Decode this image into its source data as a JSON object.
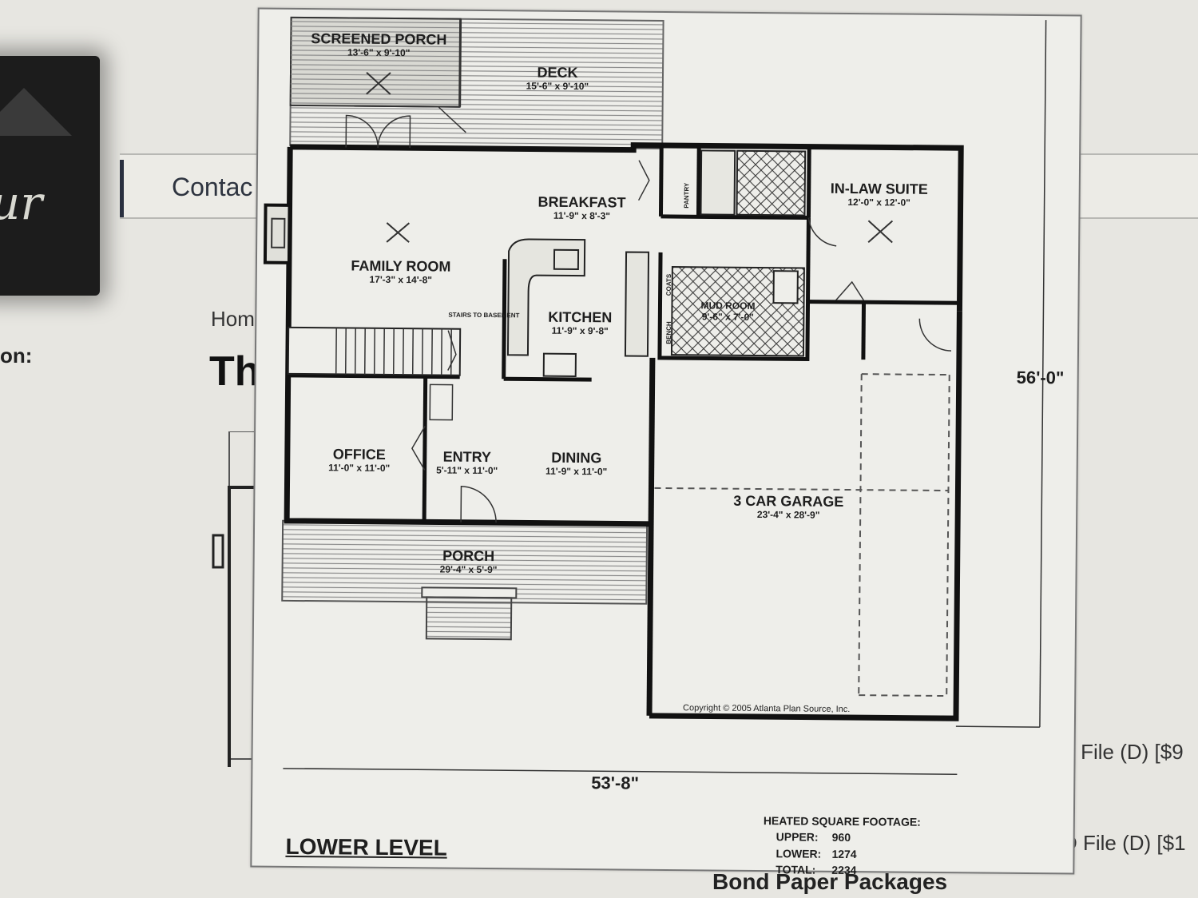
{
  "website": {
    "logo_text": "ur",
    "nav_contact": "Contac",
    "breadcrumb": "Hom",
    "left_label": "on:",
    "page_title": "Th",
    "pdf_file": "F File (D) [$9",
    "cad_file": "D File (D) [$1",
    "bond_paper": "Bond Paper Packages"
  },
  "plan": {
    "level_label": "LOWER LEVEL",
    "rooms": {
      "screened_porch": {
        "name": "SCREENED PORCH",
        "dims": "13'-6\" x 9'-10\""
      },
      "deck": {
        "name": "DECK",
        "dims": "15'-6\" x 9'-10\""
      },
      "breakfast": {
        "name": "BREAKFAST",
        "dims": "11'-9\" x 8'-3\""
      },
      "pantry": {
        "name": "PANTRY"
      },
      "inlaw_suite": {
        "name": "IN-LAW SUITE",
        "dims": "12'-0\" x 12'-0\""
      },
      "family_room": {
        "name": "FAMILY ROOM",
        "dims": "17'-3\" x 14'-8\""
      },
      "kitchen": {
        "name": "KITCHEN",
        "dims": "11'-9\" x 9'-8\""
      },
      "mud_room": {
        "name": "MUD ROOM",
        "dims": "9'-6\" x 7'-0\""
      },
      "coats": {
        "name": "COATS"
      },
      "bench": {
        "name": "BENCH"
      },
      "stairs": {
        "name": "STAIRS TO BASEMENT"
      },
      "office": {
        "name": "OFFICE",
        "dims": "11'-0\" x 11'-0\""
      },
      "entry": {
        "name": "ENTRY",
        "dims": "5'-11\" x 11'-0\""
      },
      "dining": {
        "name": "DINING",
        "dims": "11'-9\" x 11'-0\""
      },
      "garage": {
        "name": "3 CAR GARAGE",
        "dims": "23'-4\" x 28'-9\""
      },
      "porch": {
        "name": "PORCH",
        "dims": "29'-4\" x 5'-9\""
      }
    },
    "overall_depth": "56'-0\"",
    "overall_width": "53'-8\"",
    "copyright": "Copyright © 2005 Atlanta Plan Source, Inc.",
    "square_footage": {
      "title": "HEATED SQUARE FOOTAGE:",
      "upper_label": "UPPER:",
      "upper_value": "960",
      "lower_label": "LOWER:",
      "lower_value": "1274",
      "total_label": "TOTAL:",
      "total_value": "2234"
    }
  }
}
